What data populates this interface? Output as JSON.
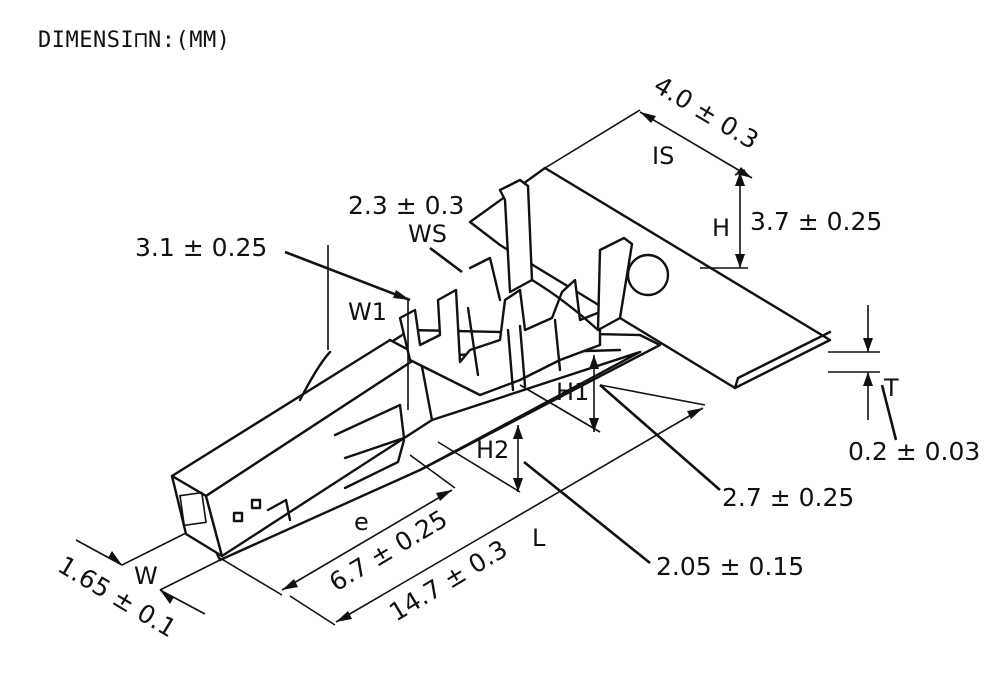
{
  "title": "DIMENSI⊓N:(MM)",
  "dimensions": {
    "is_width": "4.0 ± 0.3",
    "h_height": "3.7 ± 0.25",
    "ws_width": "2.3 ± 0.3",
    "w1_width": "3.1 ± 0.25",
    "h1_height": "2.7 ± 0.25",
    "h2_height": "2.05 ± 0.15",
    "t_thickness": "0.2 ± 0.03",
    "e_length": "6.7 ± 0.25",
    "l_length": "14.7 ± 0.3",
    "w_width": "1.65 ± 0.1"
  },
  "labels": {
    "is": "IS",
    "h": "H",
    "ws": "WS",
    "w1": "W1",
    "h1": "H1",
    "h2": "H2",
    "t": "T",
    "e": "e",
    "l": "L",
    "w": "W"
  }
}
